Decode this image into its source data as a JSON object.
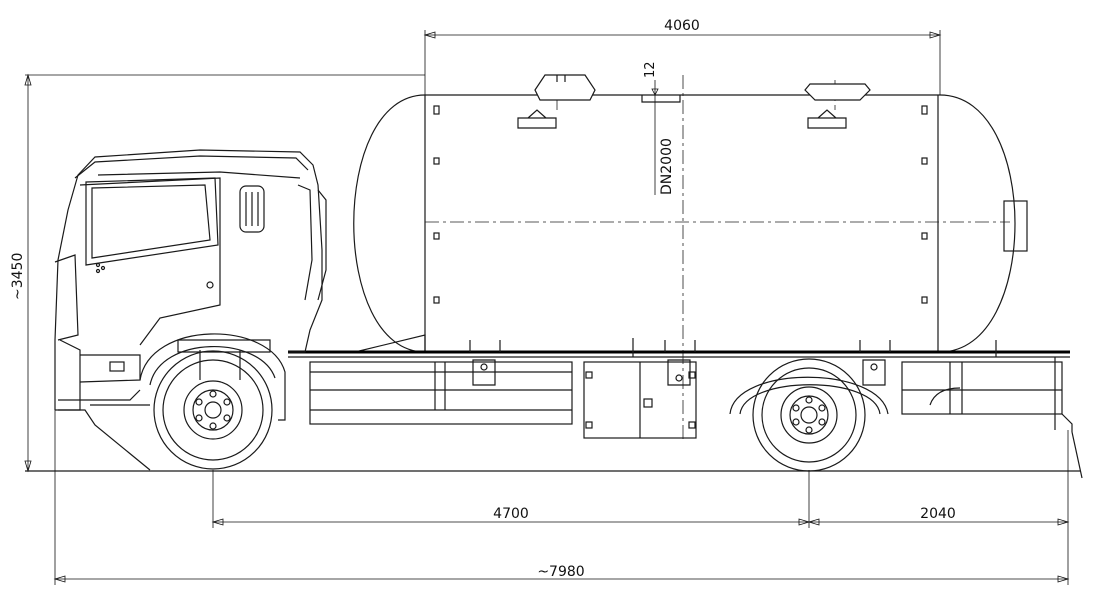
{
  "dimensions": {
    "tank_length": "4060",
    "manhole_offset": "12",
    "tank_diameter": "DN2000",
    "overall_height": "~3450",
    "wheelbase": "4700",
    "rear_overhang": "2040",
    "overall_length": "~7980"
  }
}
